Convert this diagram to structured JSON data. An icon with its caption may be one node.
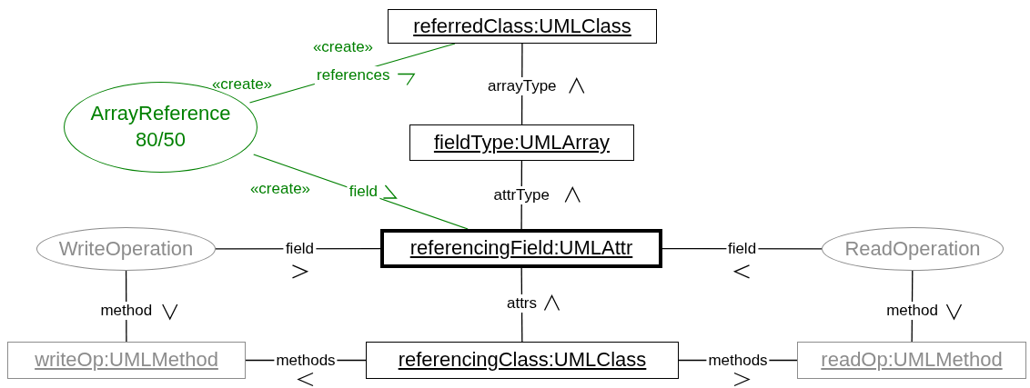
{
  "diagram": {
    "nodes": [
      {
        "text": [
          "referredClass:UMLClass"
        ]
      },
      {
        "text": [
          "ArrayReference 80/50"
        ]
      },
      {
        "text": [
          "fieldType:UMLArray"
        ]
      },
      {
        "text": [
          "WriteOperation"
        ]
      },
      {
        "text": [
          "referencingField:UMLAttr"
        ]
      },
      {
        "text": [
          "ReadOperation"
        ]
      },
      {
        "text": [
          "writeOp:UMLMethod"
        ]
      },
      {
        "text": [
          "referencingClass:UMLClass"
        ]
      },
      {
        "text": [
          "readOp:UMLMethod"
        ]
      }
    ],
    "edges": [
      {
        "from": 1,
        "to": 0,
        "arrow": "none",
        "label": "references",
        "color": "#008000"
      },
      {
        "from": 0,
        "to": 2,
        "arrow": "none",
        "label": "arrayType"
      },
      {
        "from": 1,
        "to": 4,
        "arrow": "none",
        "label": "field",
        "color": "#008000"
      },
      {
        "from": 2,
        "to": 4,
        "arrow": "none",
        "label": "attrType"
      },
      {
        "from": 3,
        "to": 4,
        "arrow": "none",
        "label": "field"
      },
      {
        "from": 4,
        "to": 5,
        "arrow": "none",
        "label": "field"
      },
      {
        "from": 3,
        "to": 6,
        "arrow": "none",
        "label": "method"
      },
      {
        "from": 5,
        "to": 8,
        "arrow": "none",
        "label": "method"
      },
      {
        "from": 4,
        "to": 7,
        "arrow": "none",
        "label": "attrs"
      },
      {
        "from": 6,
        "to": 7,
        "arrow": "none",
        "label": "methods"
      },
      {
        "from": 7,
        "to": 8,
        "arrow": "none",
        "label": "methods"
      }
    ],
    "labels": [
      "«create»",
      "«create»",
      "«create»"
    ]
  }
}
